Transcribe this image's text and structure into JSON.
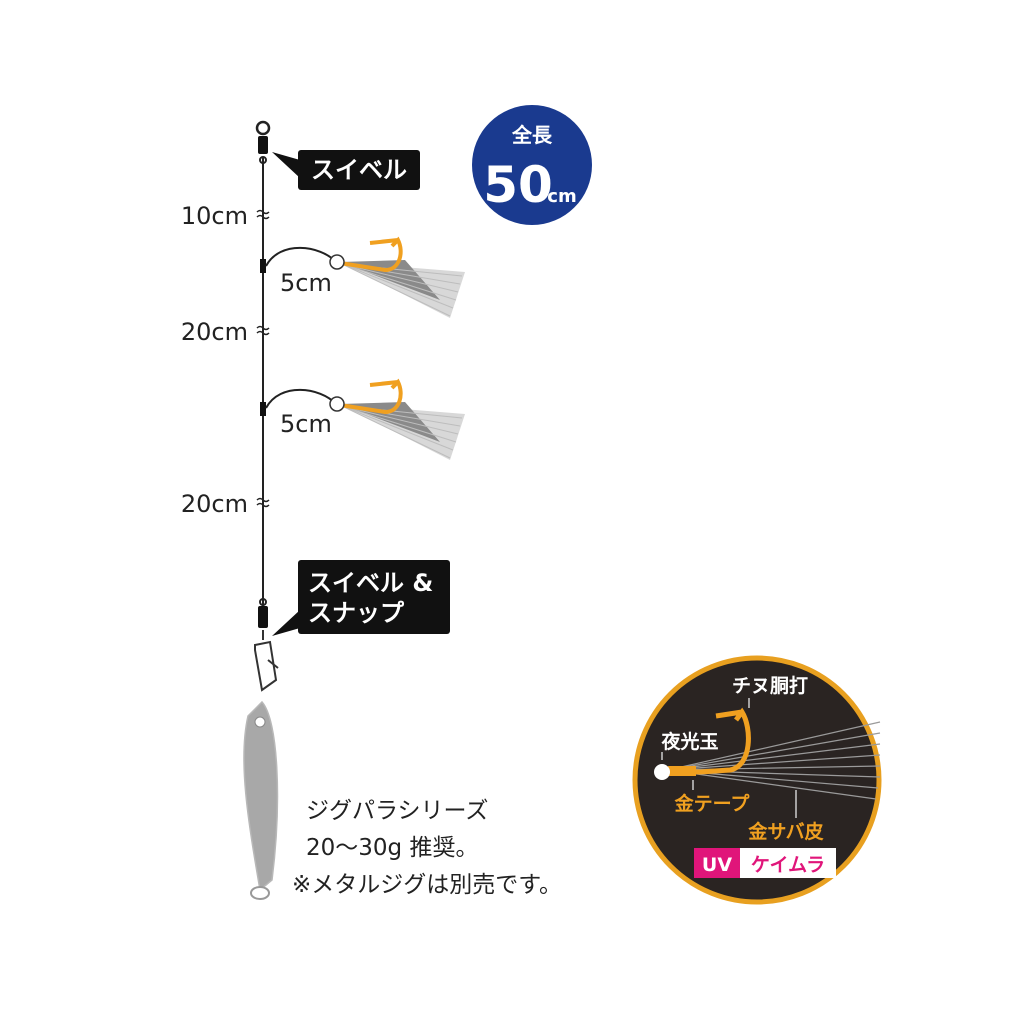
{
  "badge": {
    "title": "全長",
    "value": "50",
    "unit": "cm",
    "color": "#1a3a8f"
  },
  "tags": {
    "swivel": "スイベル",
    "swivel_snap_line1": "スイベル &",
    "swivel_snap_line2": "スナップ"
  },
  "lengths": {
    "top": "10cm",
    "branch1": "5cm",
    "middle": "20cm",
    "branch2": "5cm",
    "bottom": "20cm"
  },
  "note": {
    "line1": "ジグパラシリーズ",
    "line2": "20〜30g 推奨。",
    "line3": "※メタルジグは別売です。"
  },
  "detail": {
    "hook": "チヌ胴打",
    "bead": "夜光玉",
    "tape": "金テープ",
    "skin": "金サバ皮",
    "uv": "UV",
    "keimura": "ケイムラ",
    "ring_color": "#e8a020",
    "bg_color": "#2a2422",
    "uv_color": "#e0157a",
    "accent_color": "#f0a020"
  }
}
